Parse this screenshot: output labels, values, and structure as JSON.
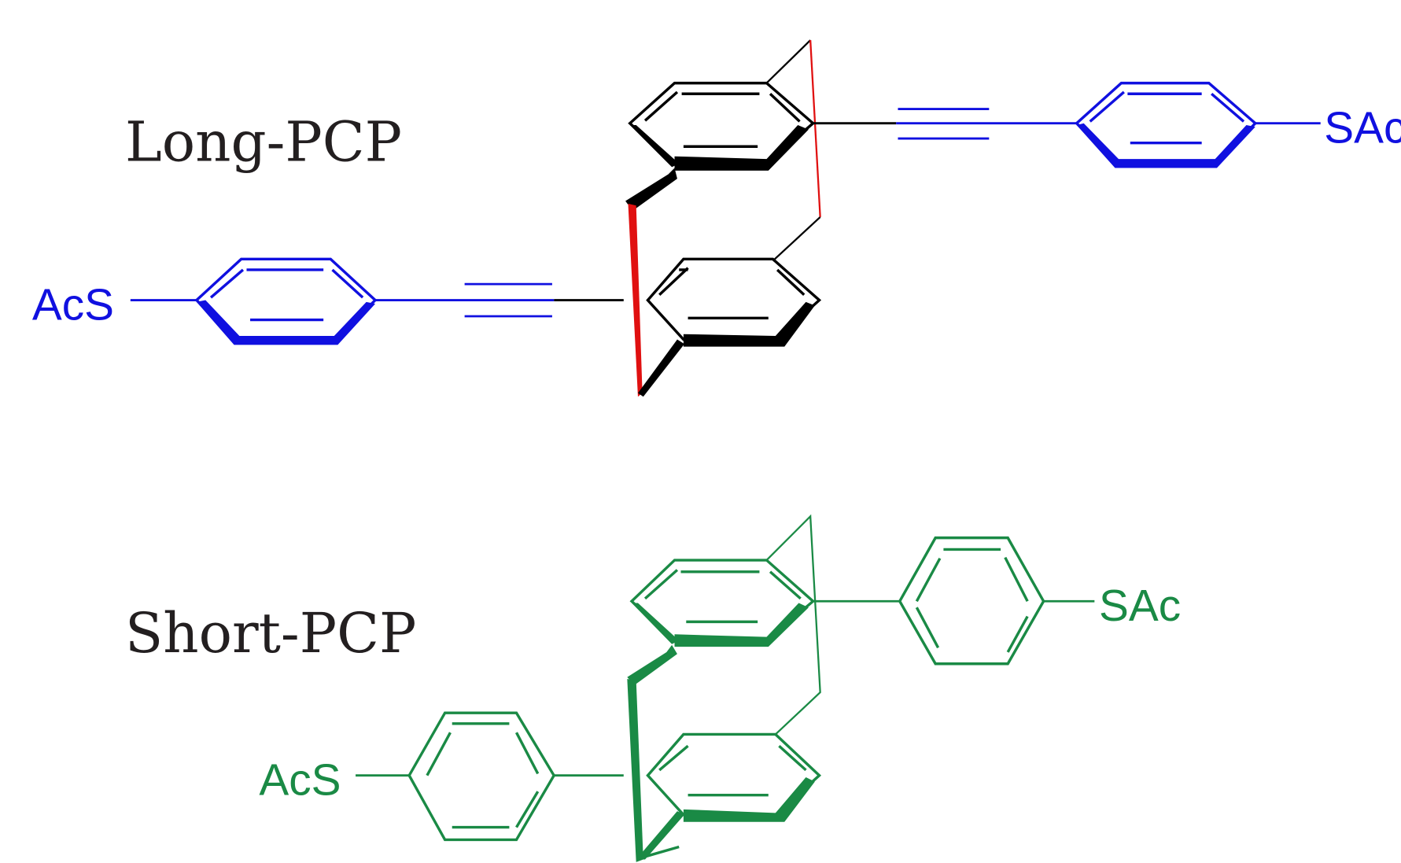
{
  "molecules": [
    {
      "name": "Long-PCP",
      "label_left": "AcS",
      "label_right": "SAc",
      "color": "#1010e0"
    },
    {
      "name": "Short-PCP",
      "label_left": "AcS",
      "label_right": "SAc",
      "color": "#1a8a45"
    }
  ],
  "colors": {
    "core_long": "#000000",
    "highlight_long": "#e01010",
    "title": "#231f20"
  }
}
